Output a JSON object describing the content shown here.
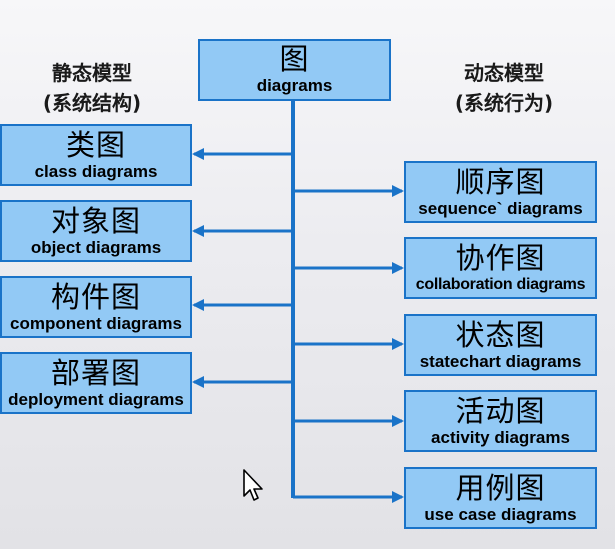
{
  "root": {
    "zh": "图",
    "en": "diagrams"
  },
  "static_group": {
    "title": "静态模型",
    "subtitle": "(系统结构)"
  },
  "dynamic_group": {
    "title": "动态模型",
    "subtitle": "(系统行为)"
  },
  "static_items": [
    {
      "zh": "类图",
      "en": "class diagrams"
    },
    {
      "zh": "对象图",
      "en": "object diagrams"
    },
    {
      "zh": "构件图",
      "en": "component diagrams"
    },
    {
      "zh": "部署图",
      "en": "deployment diagrams"
    }
  ],
  "dynamic_items": [
    {
      "zh": "顺序图",
      "en": "sequence` diagrams"
    },
    {
      "zh": "协作图",
      "en": "collaboration diagrams"
    },
    {
      "zh": "状态图",
      "en": "statechart diagrams"
    },
    {
      "zh": "活动图",
      "en": "activity diagrams"
    },
    {
      "zh": "用例图",
      "en": "use case diagrams"
    }
  ],
  "colors": {
    "box_fill": "#92c9f5",
    "box_border": "#1a73c8",
    "connector": "#1a73c8"
  },
  "icons": {
    "cursor": "mouse-pointer-icon"
  }
}
